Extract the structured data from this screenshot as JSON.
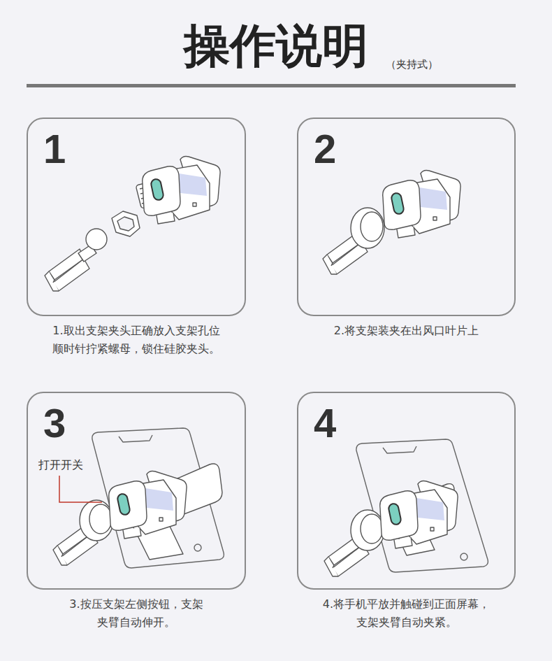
{
  "diagram": {
    "title": "操作说明",
    "nodes": [
      {
        "text": [
          "1",
          "1.取出支架夹头正确放入支架孔位 顺时针拧紧螺母，锁住硅胶夹头。"
        ]
      },
      {
        "text": [
          "2",
          "2.将支架装夹在出风口叶片上"
        ]
      },
      {
        "text": [
          "3",
          "3.按压支架左侧按钮，支架 夹臂自动伸开。"
        ]
      },
      {
        "text": [
          "4",
          "4.将手机平放并触碰到正面屏幕， 支架夹臂自动夹紧。"
        ]
      }
    ],
    "labels": [
      "（夹持式）",
      "打开开关"
    ]
  }
}
